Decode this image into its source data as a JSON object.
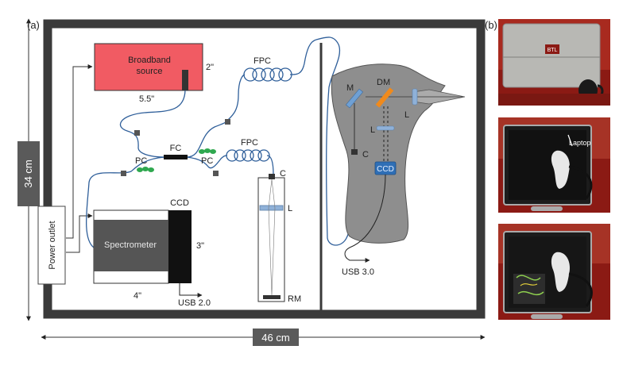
{
  "panel_a": {
    "label": "(a)",
    "dim_height": "34 cm",
    "dim_width": "46 cm",
    "power_outlet": "Power outlet",
    "source": {
      "line1": "Broadband",
      "line2": "source",
      "dim_side": "2\"",
      "dim_bottom": "5.5\""
    },
    "fc": "FC",
    "pc_left": "PC",
    "pc_right": "PC",
    "fpc_top": "FPC",
    "fpc_mid": "FPC",
    "spectrometer": {
      "name": "Spectrometer",
      "ccd": "CCD",
      "dim_side": "3\"",
      "dim_bottom": "4\"",
      "usb": "USB 2.0"
    },
    "reference_arm": {
      "c": "C",
      "l": "L",
      "rm": "RM"
    },
    "probe": {
      "m": "M",
      "dm": "DM",
      "l_main": "L",
      "l_inner": "L",
      "c": "C",
      "ccd": "CCD",
      "usb": "USB 3.0"
    }
  },
  "panel_b": {
    "label": "(b)",
    "case_logo": "BTL",
    "laptop_label": "Laptop"
  },
  "colors": {
    "frame": "#3a3a3a",
    "source_fill": "#f15b63",
    "spectrometer_fill": "#555555",
    "probe_fill": "#8e8e8e",
    "fiber": "#2f5f9a",
    "pc_paddle": "#2fa84f",
    "dm_mirror": "#f08a1c",
    "ccd_blue": "#2f6fb6",
    "case_red": "#8b1a14"
  }
}
